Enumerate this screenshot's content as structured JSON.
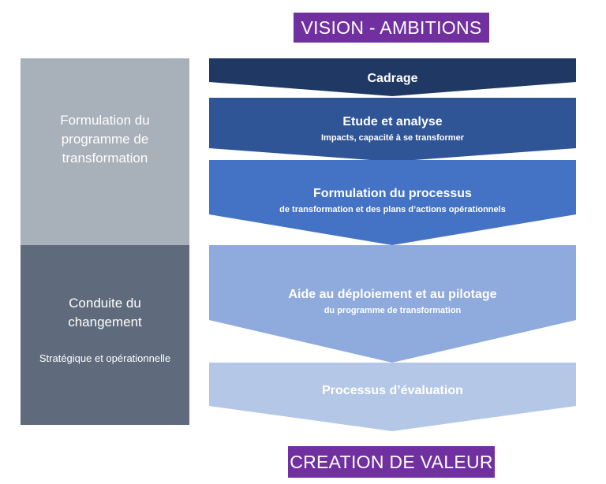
{
  "header": {
    "title": "VISION - AMBITIONS"
  },
  "footer": {
    "title": "CREATION DE VALEUR"
  },
  "side_panels": [
    {
      "title": "Formulation du programme de transformation",
      "subtitle": ""
    },
    {
      "title": "Conduite du changement",
      "subtitle": "Stratégique et opérationnelle"
    }
  ],
  "stages": [
    {
      "title": "Cadrage",
      "subtitle": "",
      "color": "#203864"
    },
    {
      "title": "Etude et analyse",
      "subtitle": "Impacts, capacité à se transformer",
      "color": "#2f5597"
    },
    {
      "title": "Formulation du processus",
      "subtitle": "de transformation et des plans d’actions opérationnels",
      "color": "#4472c4"
    },
    {
      "title": "Aide au déploiement et au pilotage",
      "subtitle": "du programme de transformation",
      "color": "#8faadc"
    },
    {
      "title": "Processus d’évaluation",
      "subtitle": "",
      "color": "#b4c7e7"
    }
  ],
  "colors": {
    "banner": "#7030a0",
    "panel_top": "#a8b0ba",
    "panel_bottom": "#5f6b7c"
  }
}
